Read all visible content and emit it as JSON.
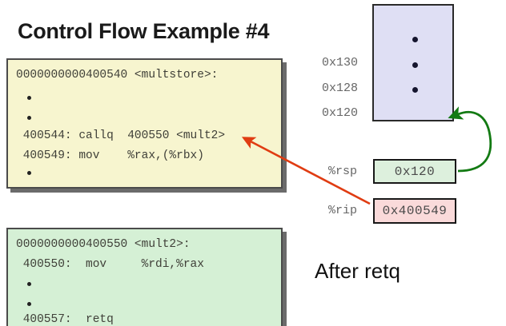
{
  "slide": {
    "title": "Control Flow Example #4",
    "caption": "After retq",
    "background": "#ffffff"
  },
  "code_blocks": [
    {
      "name": "multstore",
      "background": "#f7f5cf",
      "lines": [
        {
          "type": "text",
          "text": "0000000000400540 <multstore>:"
        },
        {
          "type": "dot"
        },
        {
          "type": "dot"
        },
        {
          "type": "text",
          "text": " 400544: callq  400550 <mult2>"
        },
        {
          "type": "text",
          "text": " 400549: mov    %rax,(%rbx)"
        },
        {
          "type": "dot"
        },
        {
          "type": "dot"
        }
      ]
    },
    {
      "name": "mult2",
      "background": "#d5f0d5",
      "lines": [
        {
          "type": "text",
          "text": "0000000000400550 <mult2>:"
        },
        {
          "type": "text",
          "text": " 400550:  mov     %rdi,%rax"
        },
        {
          "type": "dot"
        },
        {
          "type": "dot"
        },
        {
          "type": "text",
          "text": " 400557:  retq"
        }
      ]
    }
  ],
  "memory": {
    "background": "#dfdff4",
    "addresses": [
      "0x130",
      "0x128",
      "0x120"
    ],
    "cells_elided": 3
  },
  "registers": [
    {
      "label": "%rsp",
      "value": "0x120",
      "background": "#ddf0dd"
    },
    {
      "label": "%rip",
      "value": "0x400549",
      "background": "#fadada"
    }
  ],
  "arrows": [
    {
      "name": "rip-to-instruction",
      "color": "#e03c12",
      "from": "%rip register",
      "to": "400549: mov %rax,(%rbx)"
    },
    {
      "name": "rsp-to-stack-slot",
      "color": "#137a13",
      "from": "%rsp register",
      "to": "stack address 0x120"
    }
  ]
}
